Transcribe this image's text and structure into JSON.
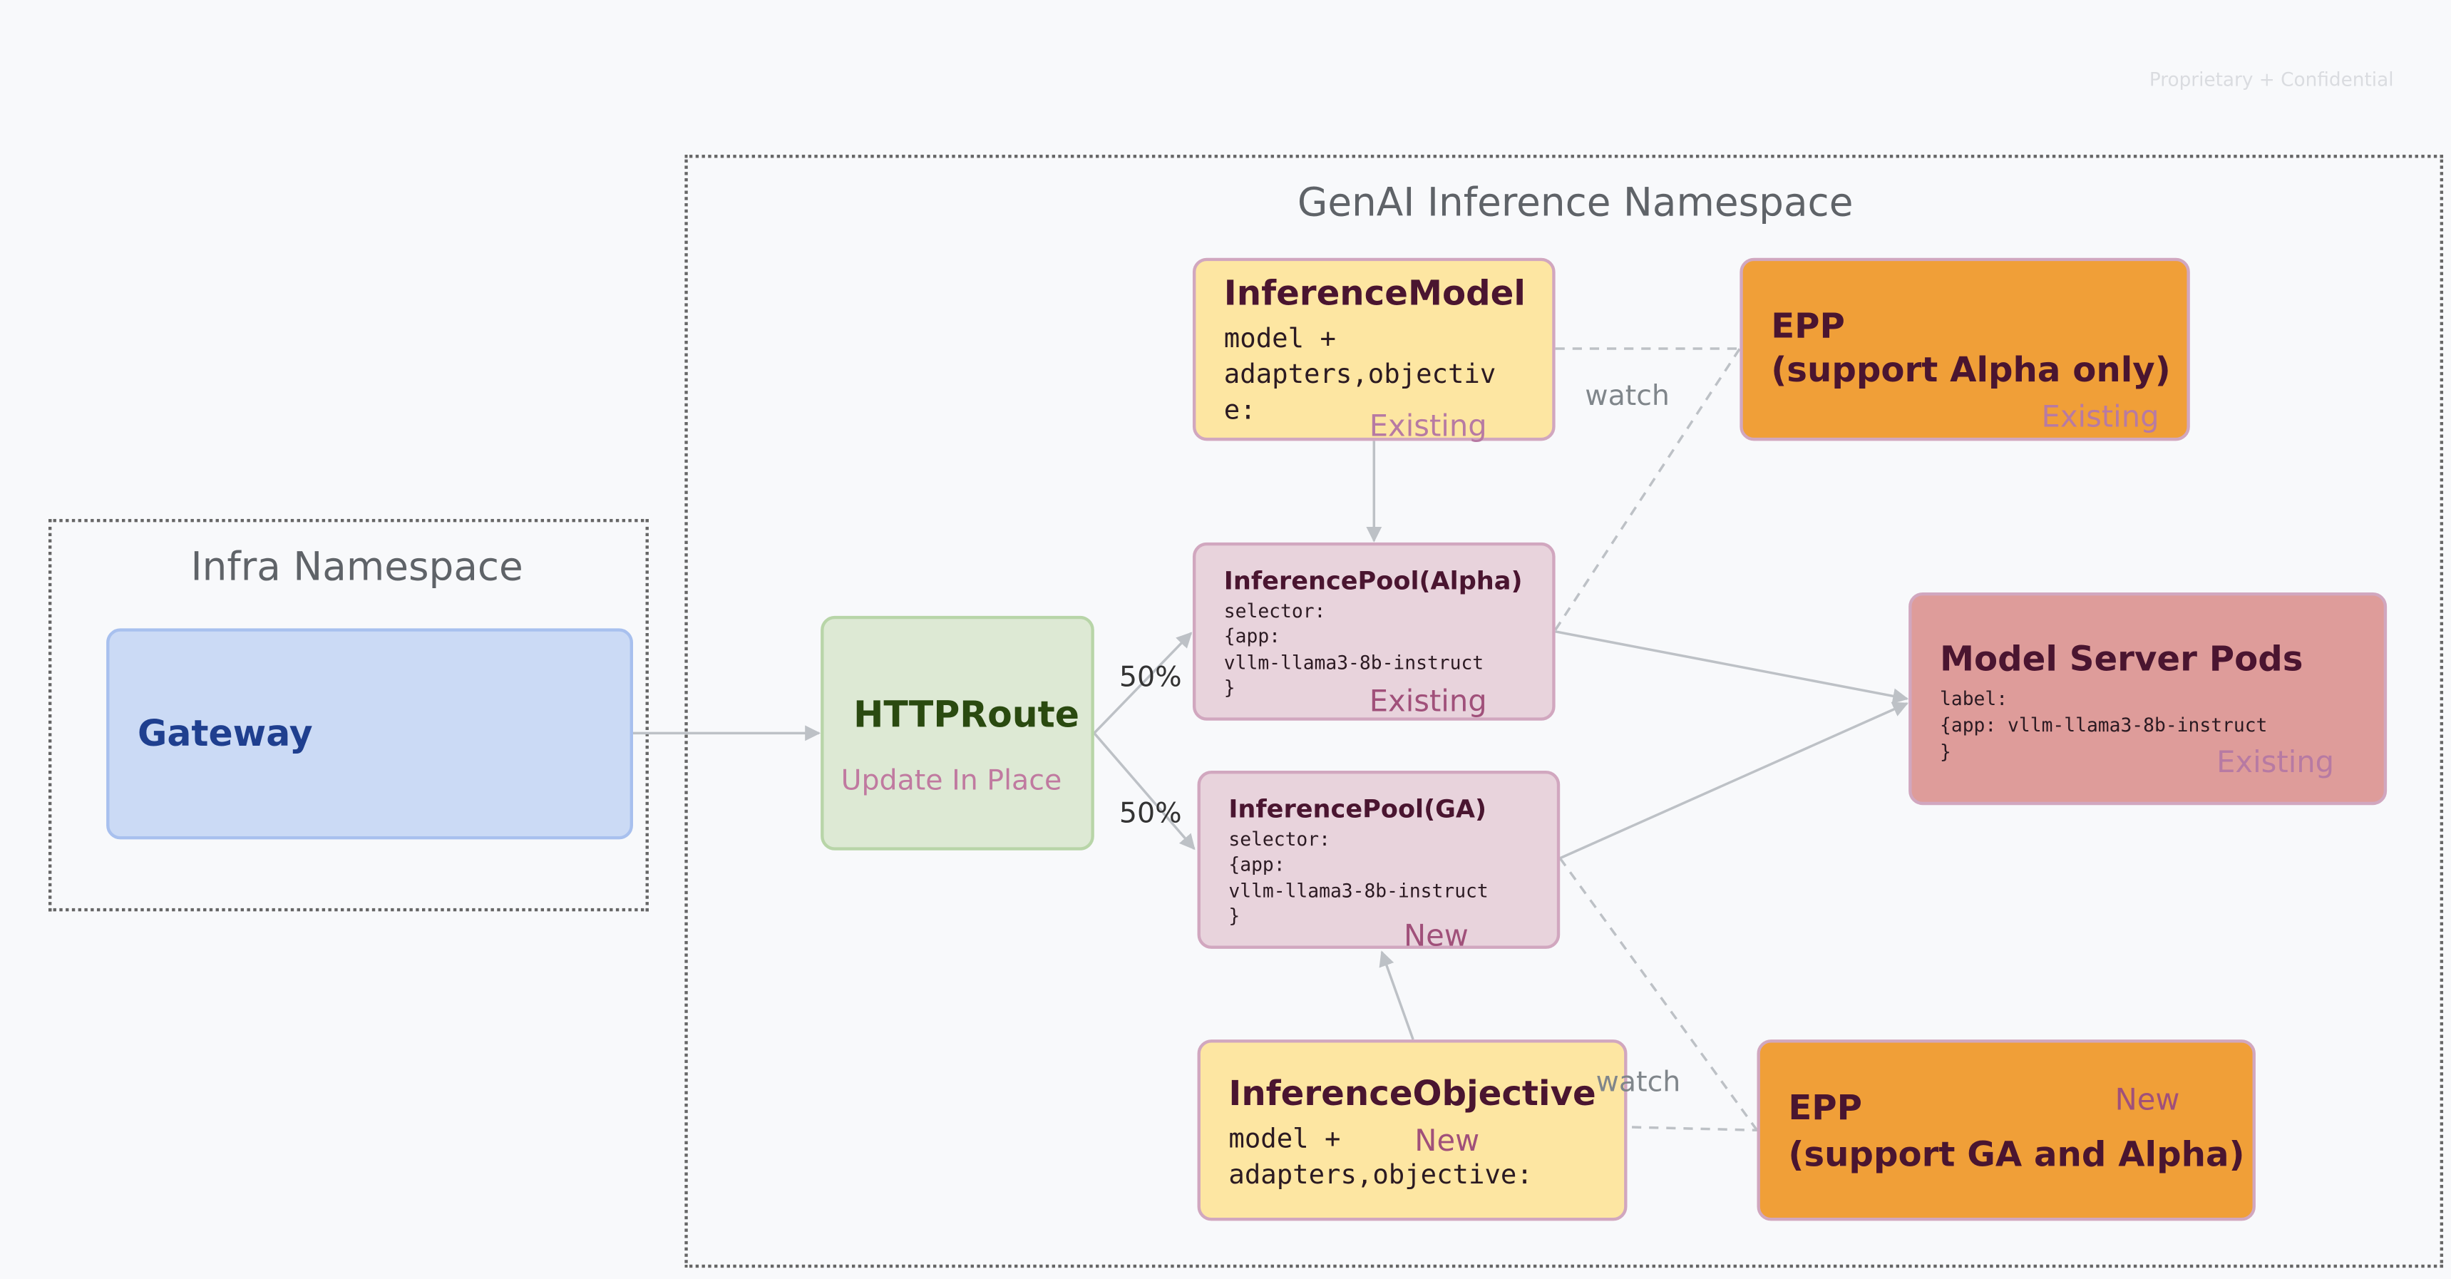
{
  "watermark": "Proprietary + Confidential",
  "namespaces": {
    "genai": "GenAI Inference Namespace",
    "infra": "Infra Namespace"
  },
  "nodes": {
    "gateway": {
      "title": "Gateway"
    },
    "httproute": {
      "title": "HTTPRoute",
      "status": "Update In Place"
    },
    "inference_model": {
      "title": "InferenceModel",
      "lines": [
        "model +",
        "adapters,objectiv",
        "e:"
      ],
      "status": "Existing"
    },
    "epp_alpha": {
      "title": "EPP",
      "subtitle": "(support Alpha only)",
      "status": "Existing"
    },
    "pool_alpha": {
      "title": "InferencePool(Alpha)",
      "lines": [
        "selector:",
        "{app:",
        "vllm-llama3-8b-instruct",
        "}"
      ],
      "status": "Existing"
    },
    "pool_ga": {
      "title": "InferencePool(GA)",
      "lines": [
        "selector:",
        "{app:",
        "vllm-llama3-8b-instruct",
        "}"
      ],
      "status": "New"
    },
    "model_server": {
      "title": "Model Server Pods",
      "lines": [
        "label:",
        "{app: vllm-llama3-8b-instruct",
        "}"
      ],
      "status": "Existing"
    },
    "inference_objective": {
      "title": "InferenceObjective",
      "lines": [
        "model +",
        "adapters,objective:"
      ],
      "status": "New"
    },
    "epp_ga": {
      "title": "EPP",
      "subtitle": "(support GA and Alpha)",
      "status": "New"
    }
  },
  "edges": {
    "split_alpha": "50%",
    "split_ga": "50%",
    "watch_alpha": "watch",
    "watch_ga": "watch"
  },
  "colors": {
    "gateway": "#cbdaf5",
    "httproute": "#dde9d4",
    "inference_model": "#fde6a2",
    "epp": "#f09f38",
    "pool": "#e8d3dc",
    "model_server": "#de9c9a",
    "connector": "#bdc1c6"
  }
}
